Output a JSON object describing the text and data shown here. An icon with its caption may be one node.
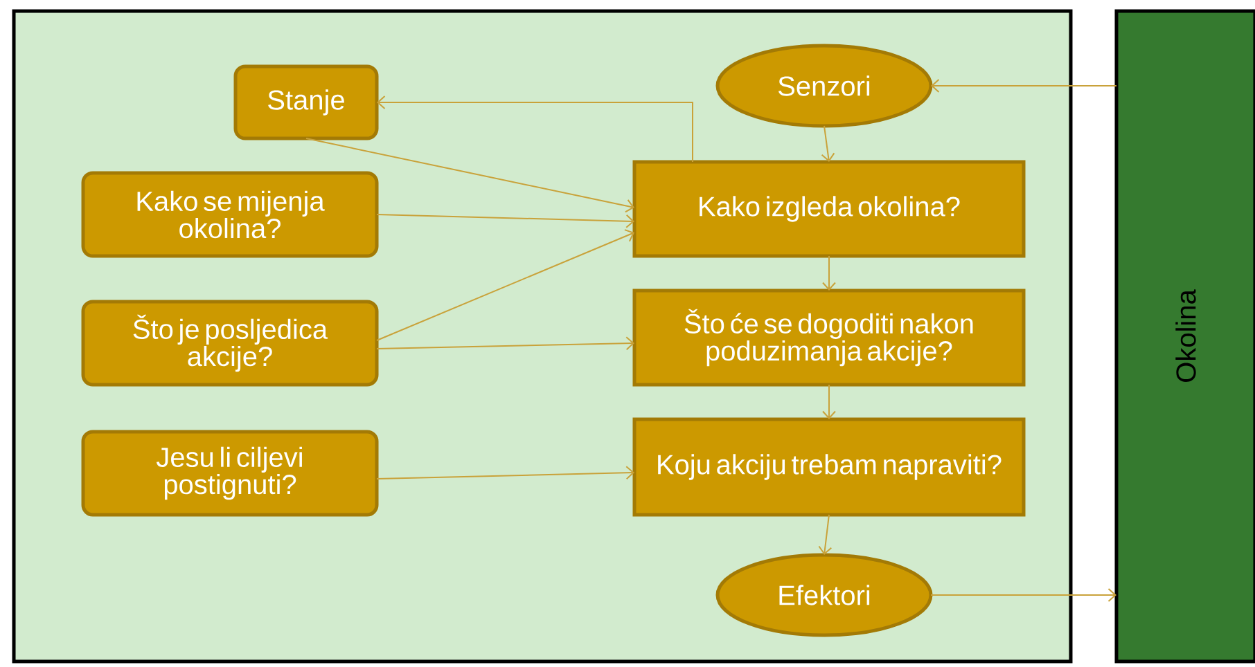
{
  "diagram": {
    "nodes": [
      {
        "text": [],
        "shape": "box"
      },
      {
        "text": [
          "Stanje"
        ],
        "in": 0
      },
      {
        "text": [
          "Senzori"
        ],
        "in": 0
      },
      {
        "text": [
          "Kako se mijenja okolina?"
        ],
        "in": 0
      },
      {
        "text": [
          "Kako izgleda okolina?"
        ],
        "in": 0
      },
      {
        "text": [
          "Što je posljedica akcije?"
        ],
        "in": 0
      },
      {
        "text": [
          "Što će se dogoditi nakon poduzimanja akcije?"
        ],
        "in": 0
      },
      {
        "text": [
          "Jesu li ciljevi postignuti?"
        ],
        "in": 0
      },
      {
        "text": [
          "Koju akciju trebam napraviti?"
        ],
        "in": 0
      },
      {
        "text": [
          "Efektori"
        ],
        "in": 0
      },
      {
        "text": [
          "Okolina"
        ]
      }
    ],
    "edges": [
      {
        "from": 10,
        "to": 2,
        "arrow": "to"
      },
      {
        "from": 2,
        "to": 4,
        "arrow": "to"
      },
      {
        "from": 4,
        "to": 1,
        "arrow": "to"
      },
      {
        "from": 1,
        "to": 4,
        "arrow": "to"
      },
      {
        "from": 3,
        "to": 4,
        "arrow": "to"
      },
      {
        "from": 5,
        "to": 4,
        "arrow": "to"
      },
      {
        "from": 5,
        "to": 6,
        "arrow": "to"
      },
      {
        "from": 4,
        "to": 6,
        "arrow": "to"
      },
      {
        "from": 6,
        "to": 8,
        "arrow": "to"
      },
      {
        "from": 7,
        "to": 8,
        "arrow": "to"
      },
      {
        "from": 8,
        "to": 9,
        "arrow": "to"
      },
      {
        "from": 9,
        "to": 10,
        "arrow": "to"
      }
    ]
  }
}
